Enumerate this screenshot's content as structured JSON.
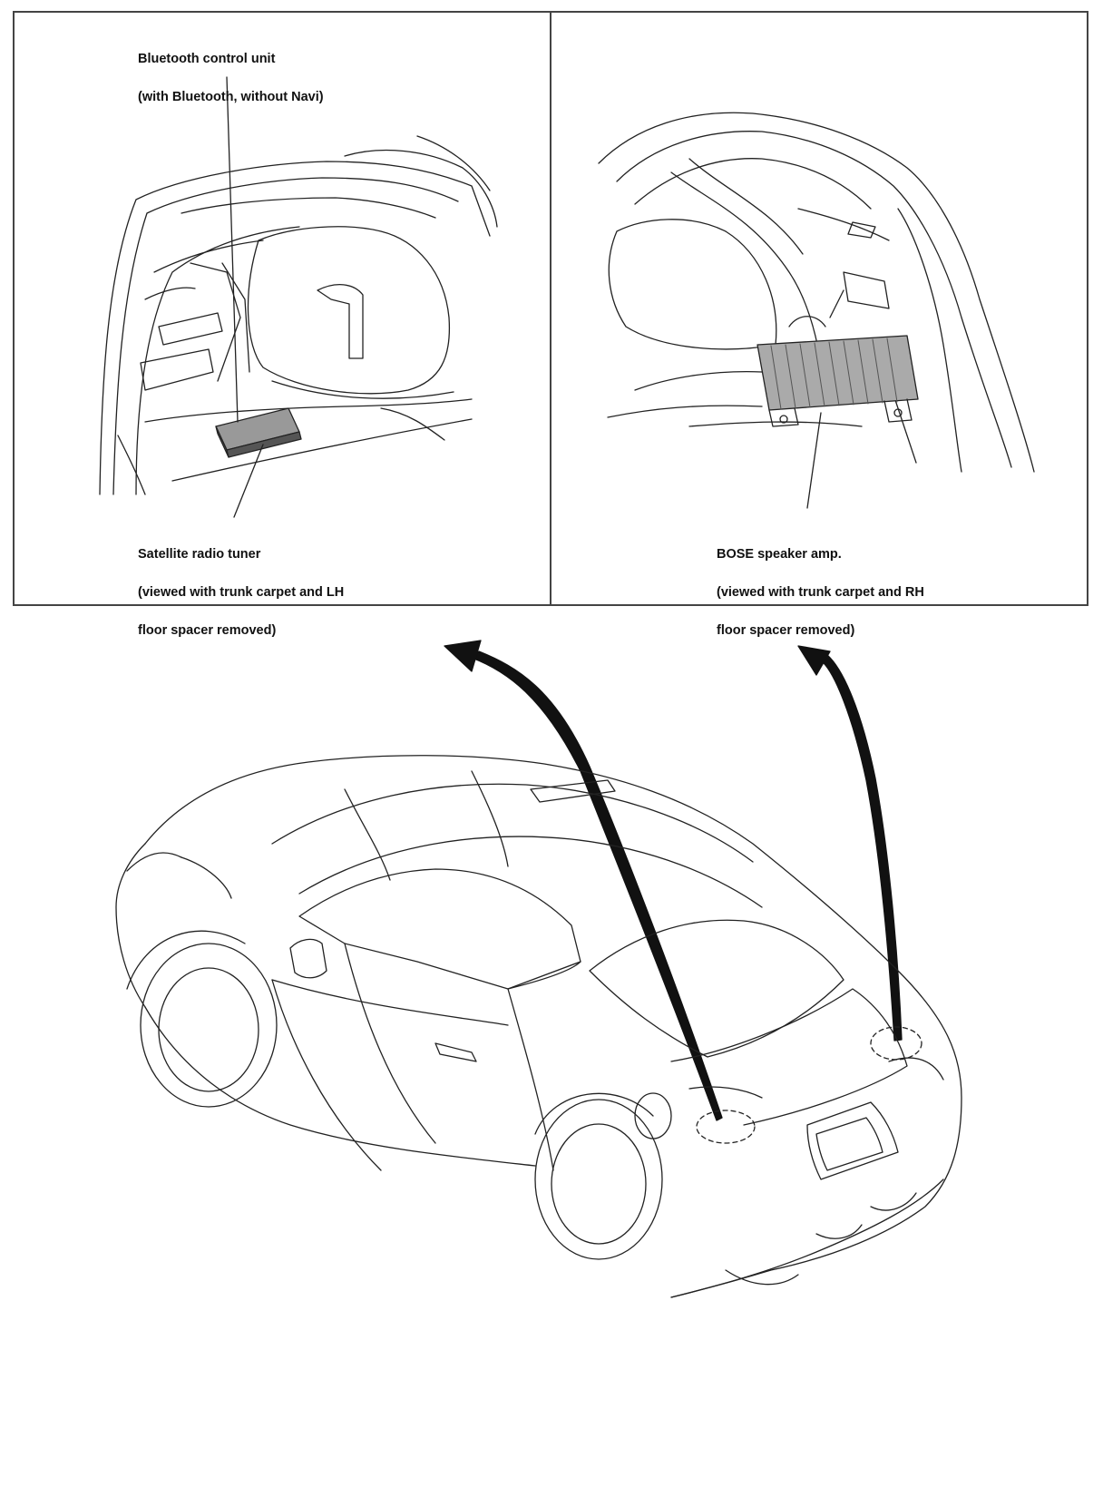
{
  "labels": {
    "bluetooth": {
      "line1": "Bluetooth control unit",
      "line2": "(with Bluetooth, without Navi)"
    },
    "satellite": {
      "line1": "Satellite radio tuner",
      "line2": "(viewed with trunk carpet and LH",
      "line3": "floor spacer removed)"
    },
    "bose": {
      "line1": "BOSE speaker amp.",
      "line2": "(viewed with trunk carpet and RH",
      "line3": "floor spacer removed)"
    }
  },
  "colors": {
    "line": "#222222",
    "frame": "#444444",
    "component": "#999999"
  }
}
